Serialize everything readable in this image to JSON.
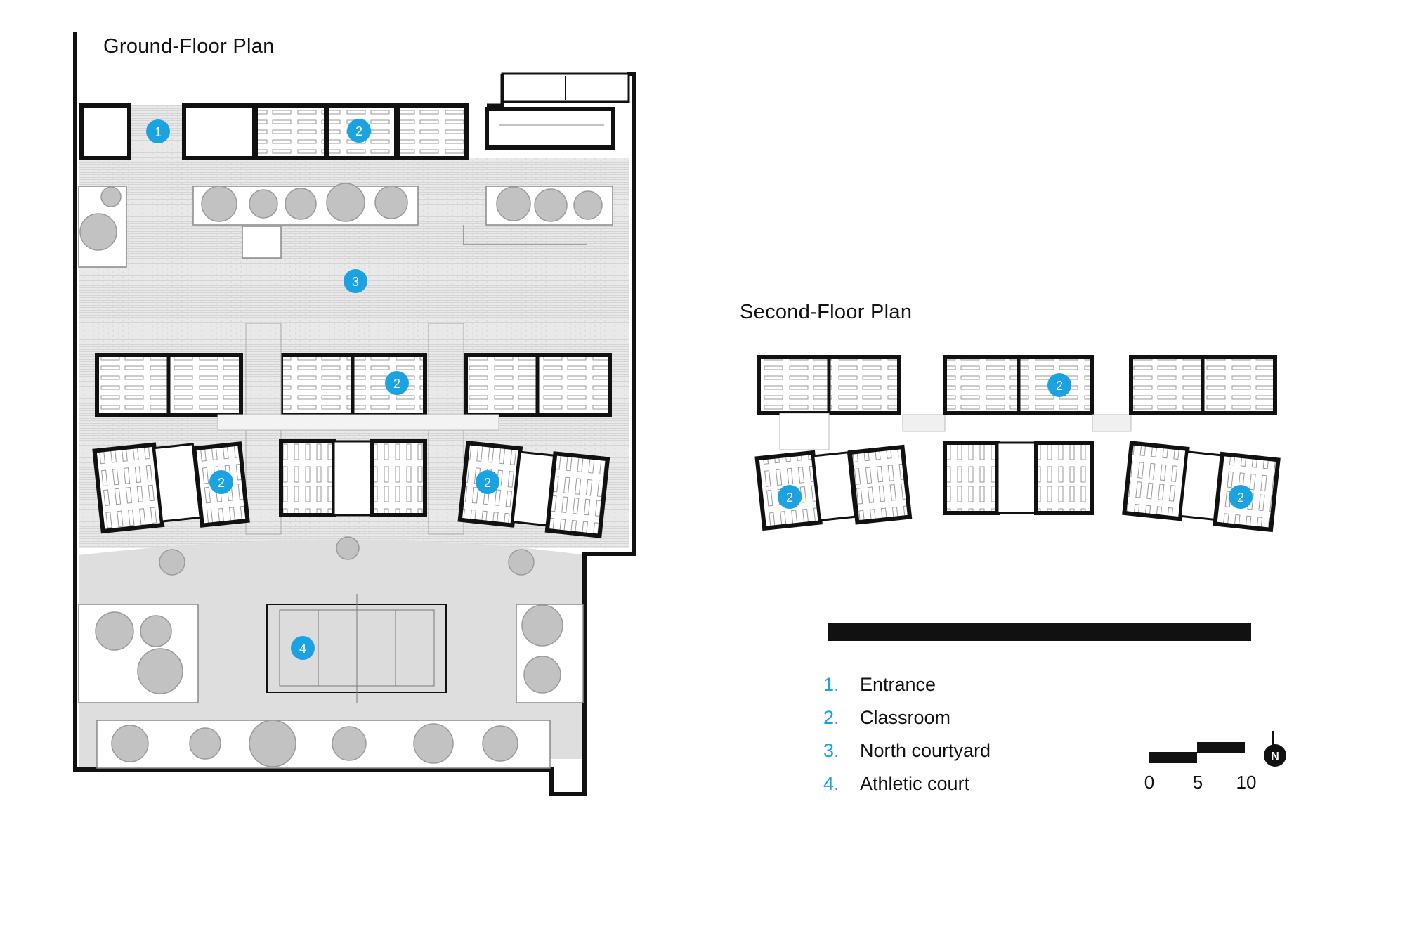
{
  "titles": {
    "ground": "Ground-Floor Plan",
    "second": "Second-Floor Plan"
  },
  "markers": {
    "entrance": "1",
    "classroom": "2",
    "courtyard": "3",
    "athletic": "4"
  },
  "legend": [
    {
      "num": "1.",
      "label": "Entrance"
    },
    {
      "num": "2.",
      "label": "Classroom"
    },
    {
      "num": "3.",
      "label": "North courtyard"
    },
    {
      "num": "4.",
      "label": "Athletic court"
    }
  ],
  "scale": {
    "labels": [
      "0",
      "5",
      "10"
    ]
  },
  "north": "N",
  "colors": {
    "marker": "#1aa3e0",
    "wall": "#111111",
    "paving": "#e6e6e6",
    "court": "#dedede",
    "tree": "#bdbdbd"
  }
}
